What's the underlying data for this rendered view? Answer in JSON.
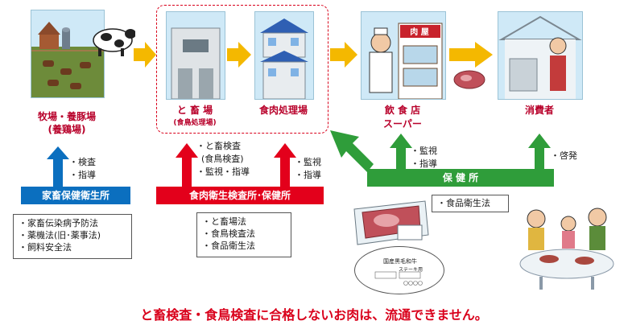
{
  "stages": {
    "farm": {
      "label": "牧場・養豚場",
      "sub": "(養鶏場)"
    },
    "slaughter": {
      "label": "と 畜 場",
      "sub": "(食鳥処理場)"
    },
    "processing": {
      "label": "食肉処理場"
    },
    "restaurant": {
      "label": "飲 食 店",
      "sub": "スーパー"
    },
    "consumer": {
      "label": "消費者"
    }
  },
  "agencies": {
    "livestock": {
      "name": "家畜保健衛生所",
      "actions": [
        "・検査",
        "・指導"
      ],
      "laws": [
        "・家畜伝染病予防法",
        "・薬機法(旧･薬事法)",
        "・飼料安全法"
      ]
    },
    "meat_inspection": {
      "name": "食肉衛生検査所･保健所",
      "actions_left": [
        "・と畜検査",
        "(食鳥検査)",
        "・監視・指導"
      ],
      "actions_right": [
        "・監視",
        "・指導"
      ],
      "laws": [
        "・と畜場法",
        "・食鳥検査法",
        "・食品衛生法"
      ]
    },
    "health_center": {
      "name": "保 健 所",
      "actions": [
        "・監視",
        "・指導"
      ],
      "consumer_action": "・啓発",
      "law": "・食品衛生法"
    }
  },
  "meat_card": {
    "title": "国産黒毛和牛",
    "subtitle": "ステーキ用"
  },
  "shop_sign": "肉 屋",
  "footer": "と畜検査・食鳥検査に合格しないお肉は、流通できません。",
  "colors": {
    "arrow_yellow": "#f4b800",
    "arrow_green": "#2f9d3a",
    "arrow_red": "#e3001b",
    "livestock_bar": "#0b6fbf",
    "meat_bar": "#e3001b",
    "health_bar": "#2f9d3a",
    "footer_text": "#d9001b"
  }
}
